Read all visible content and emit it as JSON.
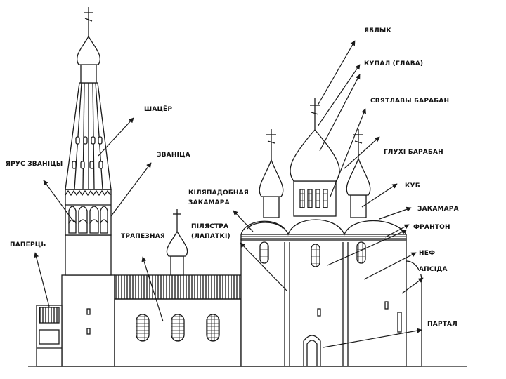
{
  "labels": {
    "yablyk": "ЯБЛЫК",
    "kupal": "КУПАЛ (ГЛАВА)",
    "svetlavy_baraban": "СВЯТЛАВЫ БАРАБАН",
    "gluhi_baraban": "ГЛУХІ  БАРАБАН",
    "kub": "КУБ",
    "zakamara": "ЗАКАМАРА",
    "franton": "ФРАНТОН",
    "nef": "НЕФ",
    "apsida": "АПСІДА",
    "partal": "ПАРТАЛ",
    "shatsyor": "ШАЦЁР",
    "zvanitsa": "ЗВАНІЦА",
    "yarus_zvanitsy": "ЯРУС ЗВАНІЦЫ",
    "paperts": "ПАПЕРЦЬ",
    "trapeznaya": "ТРАПЕЗНАЯ",
    "kilapadobnaya_line1": "КІЛЯПАДОБНАЯ",
    "kilapadobnaya_line2": "ЗАКАМАРА",
    "pilyastra_line1": "ПІЛЯСТРА",
    "pilyastra_line2": "(ЛАПАТКІ)"
  },
  "colors": {
    "ink": "#1a1a1a",
    "paper": "#ffffff",
    "roof_band": "#3a3a3a"
  }
}
